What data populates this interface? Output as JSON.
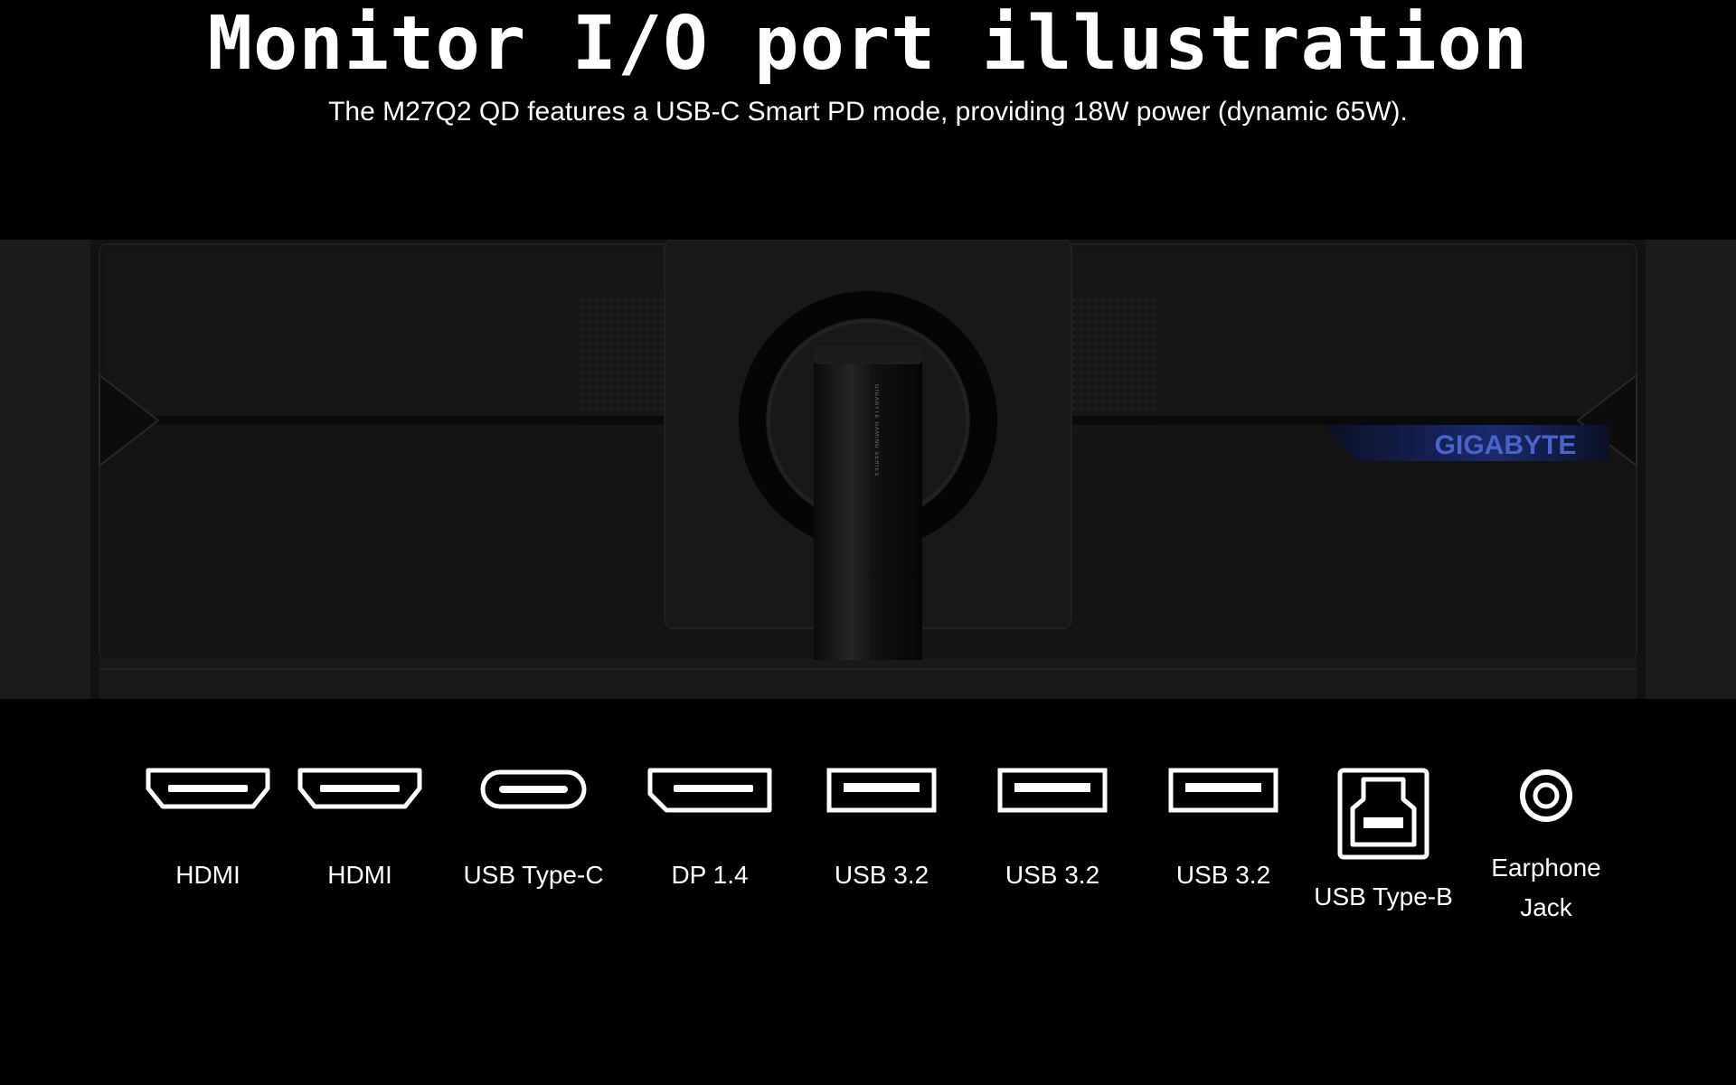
{
  "header": {
    "title": "Monitor I/O port illustration",
    "subtitle": "The M27Q2 QD features a USB-C Smart PD mode, providing 18W power (dynamic 65W)."
  },
  "monitor": {
    "brand_logo": "GIGABYTE",
    "stand_text": "GIGABYTE GAMING SERIES"
  },
  "ports": [
    {
      "label": "HDMI",
      "icon": "hdmi-icon"
    },
    {
      "label": "HDMI",
      "icon": "hdmi-icon"
    },
    {
      "label": "USB Type-C",
      "icon": "usb-c-icon"
    },
    {
      "label": "DP 1.4",
      "icon": "displayport-icon"
    },
    {
      "label": "USB 3.2",
      "icon": "usb-a-icon"
    },
    {
      "label": "USB 3.2",
      "icon": "usb-a-icon"
    },
    {
      "label": "USB 3.2",
      "icon": "usb-a-icon"
    },
    {
      "label": "USB Type-B",
      "icon": "usb-b-icon"
    },
    {
      "label": "Earphone\nJack",
      "icon": "earphone-jack-icon"
    }
  ],
  "colors": {
    "background": "#000000",
    "monitor_body": "#141414",
    "logo_accent": "#3a5bd9"
  }
}
